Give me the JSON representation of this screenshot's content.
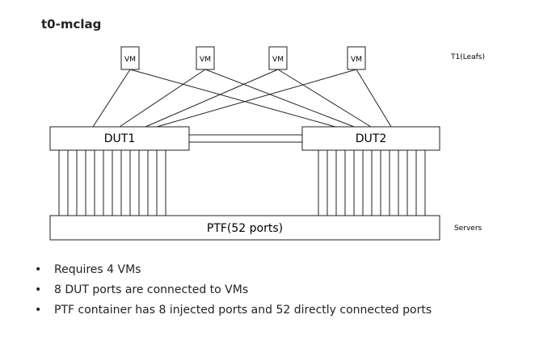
{
  "title": "t0-mclag",
  "vm_label": "VM",
  "vm_count": 4,
  "tier_label": "T1(Leafs)",
  "dut1_label": "DUT1",
  "dut2_label": "DUT2",
  "ptf_label": "PTF(52 ports)",
  "servers_label": "Servers",
  "dut1_downlinks": 13,
  "dut2_downlinks": 13,
  "bullets": [
    "Requires 4 VMs",
    "8 DUT ports are connected to VMs",
    "PTF container has 8 injected ports  and 52 directly connected ports"
  ]
}
